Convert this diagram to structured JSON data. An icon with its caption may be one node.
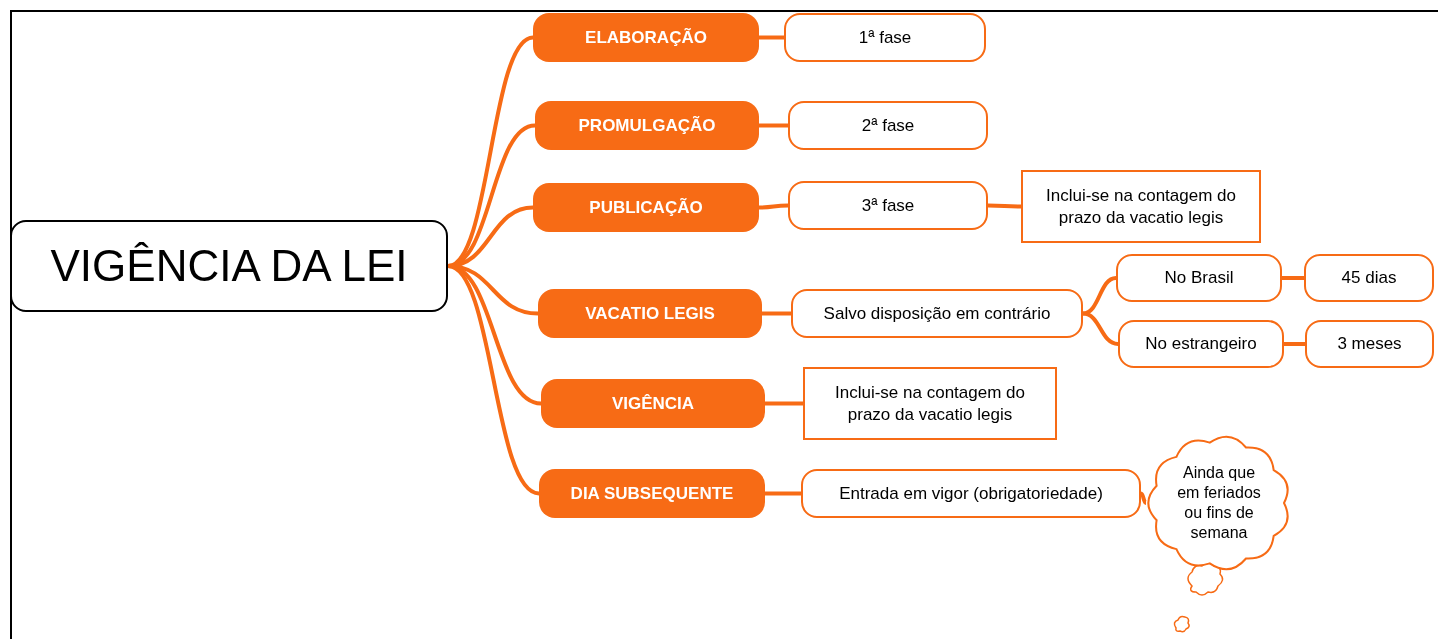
{
  "diagram": {
    "nodes": [
      {
        "text": [
          "VIGÊNCIA DA LEI"
        ]
      },
      {
        "text": [
          "ELABORAÇÃO"
        ]
      },
      {
        "text": [
          "1ª fase"
        ]
      },
      {
        "text": [
          "PROMULGAÇÃO"
        ]
      },
      {
        "text": [
          "2ª fase"
        ]
      },
      {
        "text": [
          "PUBLICAÇÃO"
        ]
      },
      {
        "text": [
          "3ª fase"
        ]
      },
      {
        "text": [
          "Inclui-se na contagem do prazo da vacatio legis"
        ]
      },
      {
        "text": [
          "VACATIO LEGIS"
        ]
      },
      {
        "text": [
          "Salvo disposição em contrário"
        ]
      },
      {
        "text": [
          "No Brasil"
        ]
      },
      {
        "text": [
          "45 dias"
        ]
      },
      {
        "text": [
          "No estrangeiro"
        ]
      },
      {
        "text": [
          "3 meses"
        ]
      },
      {
        "text": [
          "VIGÊNCIA"
        ]
      },
      {
        "text": [
          "Inclui-se na contagem do prazo da vacatio legis"
        ]
      },
      {
        "text": [
          "DIA SUBSEQUENTE"
        ]
      },
      {
        "text": [
          "Entrada em vigor (obrigatoriedade)"
        ]
      },
      {
        "text": [
          "Ainda que em feriados ou fins de semana"
        ]
      }
    ],
    "edges": [
      {
        "from": 0,
        "to": 1,
        "arrow": "none"
      },
      {
        "from": 0,
        "to": 3,
        "arrow": "none"
      },
      {
        "from": 0,
        "to": 5,
        "arrow": "none"
      },
      {
        "from": 0,
        "to": 8,
        "arrow": "none"
      },
      {
        "from": 0,
        "to": 14,
        "arrow": "none"
      },
      {
        "from": 0,
        "to": 16,
        "arrow": "none"
      },
      {
        "from": 1,
        "to": 2,
        "arrow": "none"
      },
      {
        "from": 3,
        "to": 4,
        "arrow": "none"
      },
      {
        "from": 5,
        "to": 6,
        "arrow": "none"
      },
      {
        "from": 6,
        "to": 7,
        "arrow": "none"
      },
      {
        "from": 8,
        "to": 9,
        "arrow": "none"
      },
      {
        "from": 9,
        "to": 10,
        "arrow": "none"
      },
      {
        "from": 9,
        "to": 12,
        "arrow": "none"
      },
      {
        "from": 10,
        "to": 11,
        "arrow": "none"
      },
      {
        "from": 12,
        "to": 13,
        "arrow": "none"
      },
      {
        "from": 14,
        "to": 15,
        "arrow": "none"
      },
      {
        "from": 16,
        "to": 17,
        "arrow": "none"
      },
      {
        "from": 17,
        "to": 18,
        "arrow": "none"
      }
    ]
  }
}
